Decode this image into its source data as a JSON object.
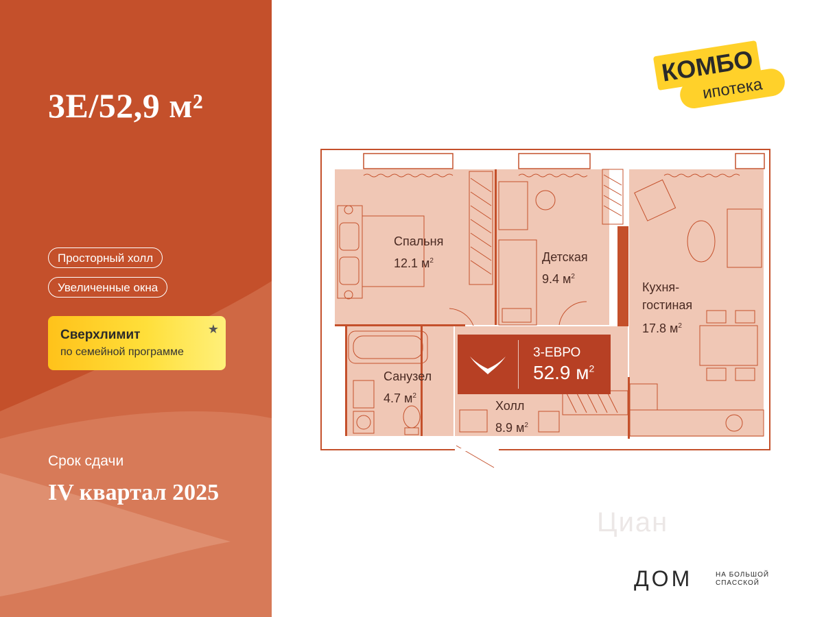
{
  "header": {
    "title": "3Е/52,9 м²"
  },
  "features": [
    "Просторный холл",
    "Увеличенные окна"
  ],
  "promo": {
    "title": "Сверхлимит",
    "subtitle": "по семейной программе",
    "star_icon": "star-icon"
  },
  "delivery": {
    "label": "Срок сдачи",
    "value": "IV квартал 2025"
  },
  "combo": {
    "line1": "КОМБО",
    "line2": "ипотека"
  },
  "rooms": {
    "bedroom": {
      "name": "Спальня",
      "area": "12.1 м"
    },
    "kids": {
      "name": "Детская",
      "area": "9.4 м"
    },
    "kitchen": {
      "name1": "Кухня-",
      "name2": "гостиная",
      "area": "17.8 м"
    },
    "bathroom": {
      "name": "Санузел",
      "area": "4.7 м"
    },
    "hall": {
      "name": "Холл",
      "area": "8.9 м"
    }
  },
  "unit_badge": {
    "type": "3-ЕВРО",
    "area": "52.9 м"
  },
  "brand": {
    "big": "ДОМ",
    "small1": "НА БОЛЬШОЙ",
    "small2": "СПАССКОЙ"
  },
  "watermark": "Циан",
  "colors": {
    "panel": "#c4502b",
    "room": "#f0c7b5",
    "badge": "#b74024",
    "promo": "#ffd12a"
  }
}
